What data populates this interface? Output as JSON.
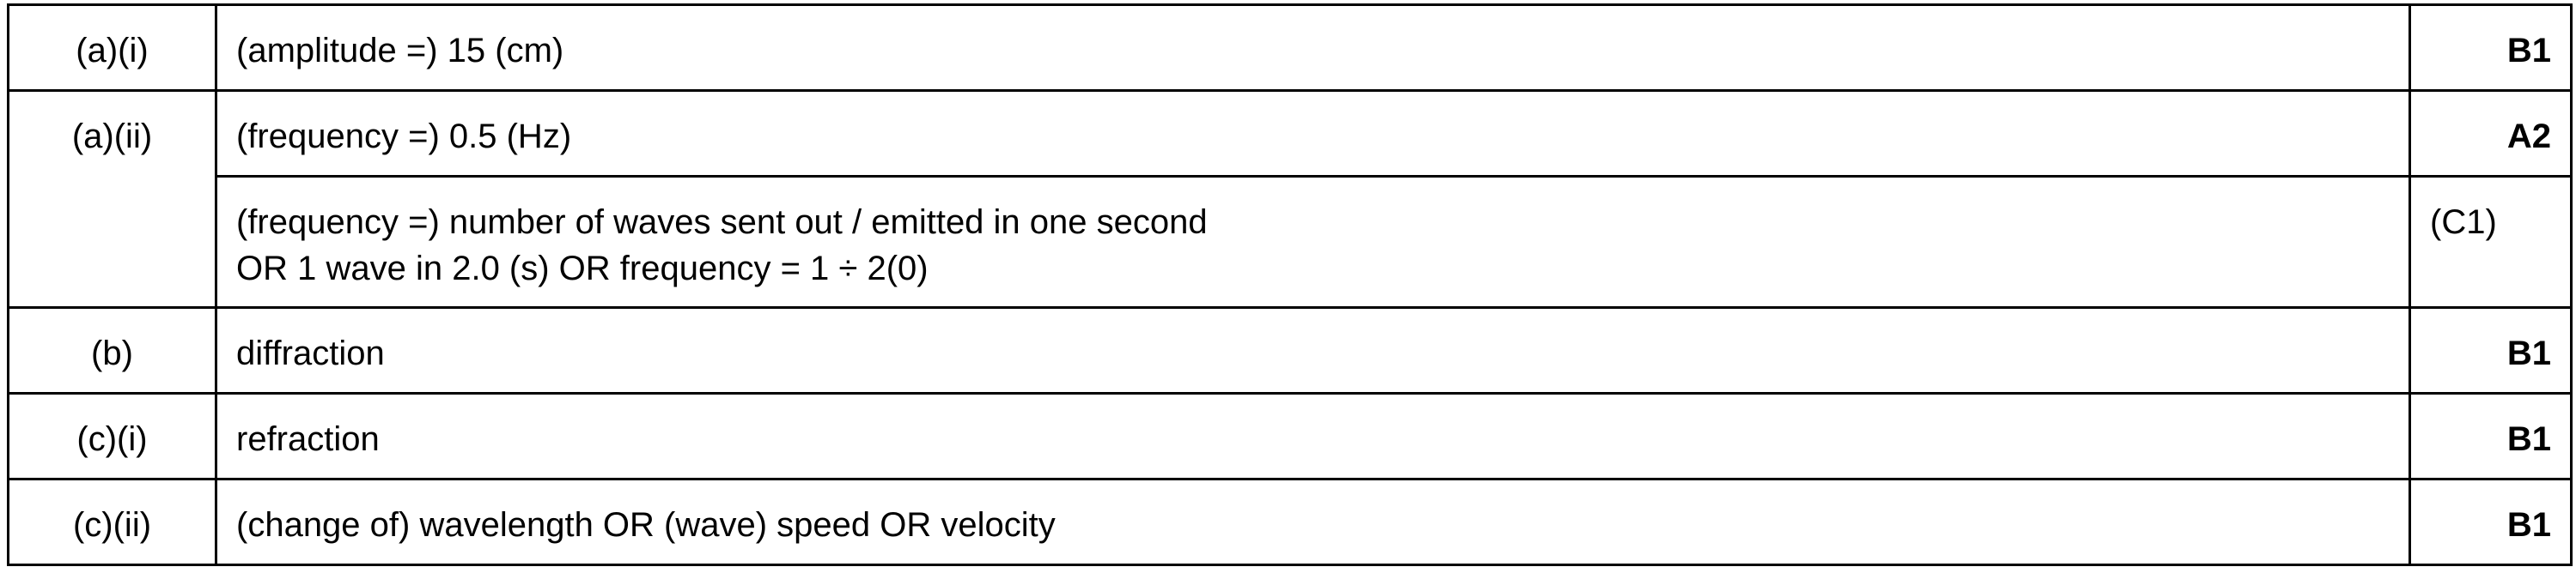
{
  "rows": [
    {
      "question": "(a)(i)",
      "answer_lines": [
        "(amplitude =) 15 (cm)"
      ],
      "mark": "B1"
    },
    {
      "question": "(a)(ii)",
      "answer_lines": [
        "(frequency =) 0.5 (Hz)"
      ],
      "mark": "A2"
    },
    {
      "question": "",
      "answer_lines": [
        "(frequency =) number of waves sent out / emitted in one second",
        "OR 1 wave in 2.0 (s) OR frequency = 1 ÷ 2(0)"
      ],
      "mark": "(C1)"
    },
    {
      "question": "(b)",
      "answer_lines": [
        "diffraction"
      ],
      "mark": "B1"
    },
    {
      "question": "(c)(i)",
      "answer_lines": [
        "refraction"
      ],
      "mark": "B1"
    },
    {
      "question": "(c)(ii)",
      "answer_lines": [
        "(change of) wavelength OR (wave) speed OR velocity"
      ],
      "mark": "B1"
    }
  ]
}
